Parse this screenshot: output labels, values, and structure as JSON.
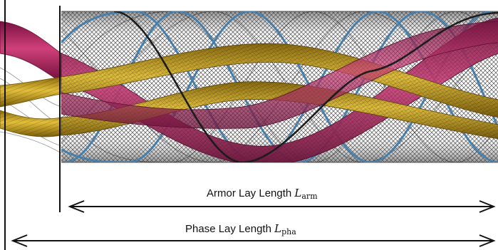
{
  "diagram": {
    "colors": {
      "background": "#ffffff",
      "mesh": "#3a3a3a",
      "armor_wire_blue": "#4a86b5",
      "armor_wire_black": "#1a1a1a",
      "phase_magenta": "#b8205f",
      "phase_gold": "#c9a21e"
    },
    "dimensions": {
      "armor": {
        "text": "Armor Lay Length ",
        "symbol": "L",
        "subscript": "arm"
      },
      "phase": {
        "text": "Phase Lay Length ",
        "symbol": "L",
        "subscript": "pha"
      }
    }
  }
}
